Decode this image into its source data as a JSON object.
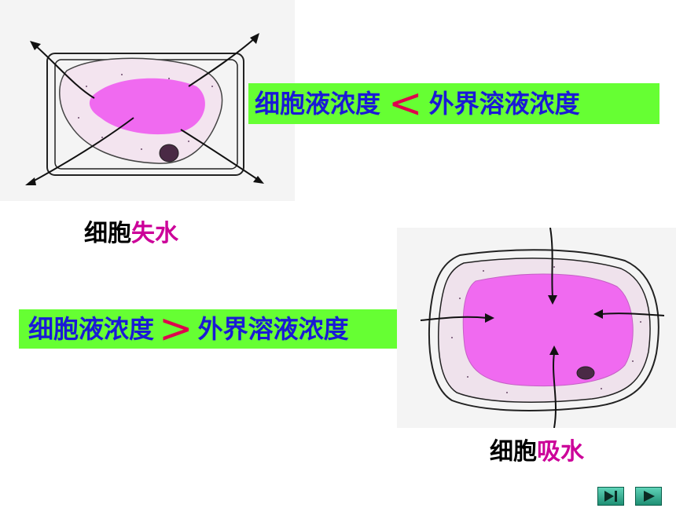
{
  "top_formula": {
    "left": "细胞液浓度",
    "symbol": "<",
    "right": "外界溶液浓度"
  },
  "bottom_formula": {
    "left": "细胞液浓度",
    "symbol": ">",
    "right": "外界溶液浓度"
  },
  "caption_loss": {
    "prefix": "细胞",
    "highlight": "失水"
  },
  "caption_gain": {
    "prefix": "细胞",
    "highlight": "吸水"
  },
  "nav": {
    "end_icon": "skip-to-end-icon",
    "next_icon": "play-next-icon"
  },
  "colors": {
    "label_bg": "#66ff33",
    "label_text": "#1a1ad6",
    "symbol": "#e0004d",
    "highlight": "#cc0099",
    "vacuole": "#f06af0"
  }
}
